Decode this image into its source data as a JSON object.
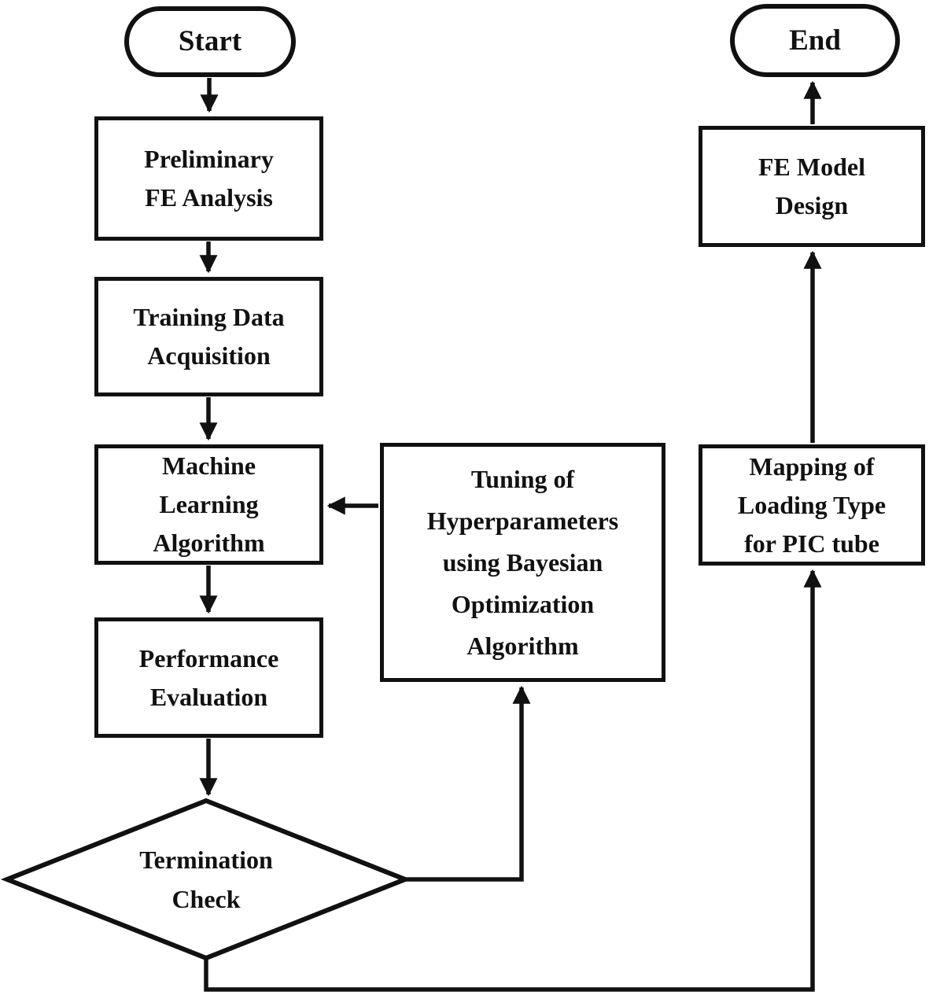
{
  "figure": {
    "type": "flowchart",
    "background_color": "#ffffff",
    "line_color": "#111111"
  },
  "nodes": {
    "start": {
      "type": "terminator",
      "label": "Start",
      "lines": [
        "Start"
      ]
    },
    "preliminary_fe_analysis": {
      "type": "process",
      "label": "Preliminary FE Analysis",
      "lines": [
        "Preliminary",
        "FE Analysis"
      ]
    },
    "training_data_acquisition": {
      "type": "process",
      "label": "Training Data Acquisition",
      "lines": [
        "Training Data",
        "Acquisition"
      ]
    },
    "machine_learning_algorithm": {
      "type": "process",
      "label": "Machine Learning Algorithm",
      "lines": [
        "Machine",
        "Learning",
        "Algorithm"
      ]
    },
    "performance_evaluation": {
      "type": "process",
      "label": "Performance Evaluation",
      "lines": [
        "Performance",
        "Evaluation"
      ]
    },
    "termination_check": {
      "type": "decision",
      "label": "Termination Check",
      "lines": [
        "Termination",
        "Check"
      ]
    },
    "tuning_hyperparameters": {
      "type": "process",
      "label": "Tuning of Hyperparameters using Bayesian Optimization Algorithm",
      "lines": [
        "Tuning of",
        "Hyperparameters",
        "using Bayesian",
        "Optimization",
        "Algorithm"
      ]
    },
    "mapping_loading_type": {
      "type": "process",
      "label": "Mapping of Loading Type for PIC tube",
      "lines": [
        "Mapping of",
        "Loading Type",
        "for PIC tube"
      ]
    },
    "fe_model_design": {
      "type": "process",
      "label": "FE Model Design",
      "lines": [
        "FE Model",
        "Design"
      ]
    },
    "end": {
      "type": "terminator",
      "label": "End",
      "lines": [
        "End"
      ]
    }
  },
  "edges": [
    {
      "from": "start",
      "to": "preliminary_fe_analysis"
    },
    {
      "from": "preliminary_fe_analysis",
      "to": "training_data_acquisition"
    },
    {
      "from": "training_data_acquisition",
      "to": "machine_learning_algorithm"
    },
    {
      "from": "machine_learning_algorithm",
      "to": "performance_evaluation"
    },
    {
      "from": "performance_evaluation",
      "to": "termination_check"
    },
    {
      "from": "termination_check",
      "to": "tuning_hyperparameters"
    },
    {
      "from": "tuning_hyperparameters",
      "to": "machine_learning_algorithm"
    },
    {
      "from": "termination_check",
      "to": "mapping_loading_type"
    },
    {
      "from": "mapping_loading_type",
      "to": "fe_model_design"
    },
    {
      "from": "fe_model_design",
      "to": "end"
    }
  ]
}
